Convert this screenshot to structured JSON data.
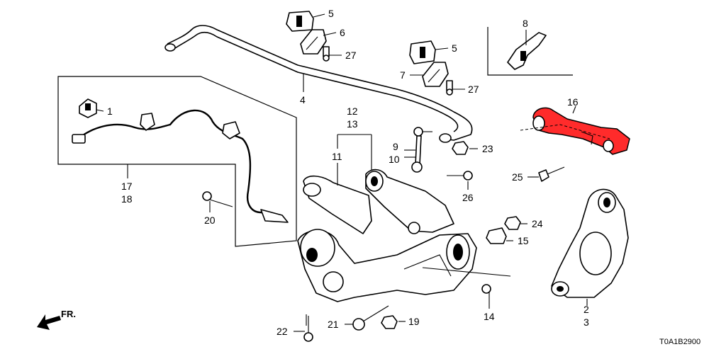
{
  "diagram_code": "T0A1B2900",
  "direction_label": "FR.",
  "highlight_color": "#ff2b2b",
  "callouts": {
    "c1": "1",
    "c2": "2",
    "c3": "3",
    "c4": "4",
    "c5a": "5",
    "c5b": "5",
    "c6": "6",
    "c7": "7",
    "c8": "8",
    "c9": "9",
    "c10": "10",
    "c11": "11",
    "c12": "12",
    "c13": "13",
    "c14": "14",
    "c15": "15",
    "c16": "16",
    "c17": "17",
    "c18": "18",
    "c19": "19",
    "c20": "20",
    "c21": "21",
    "c22": "22",
    "c23": "23",
    "c24": "24",
    "c25": "25",
    "c26": "26",
    "c27a": "27",
    "c27b": "27"
  }
}
